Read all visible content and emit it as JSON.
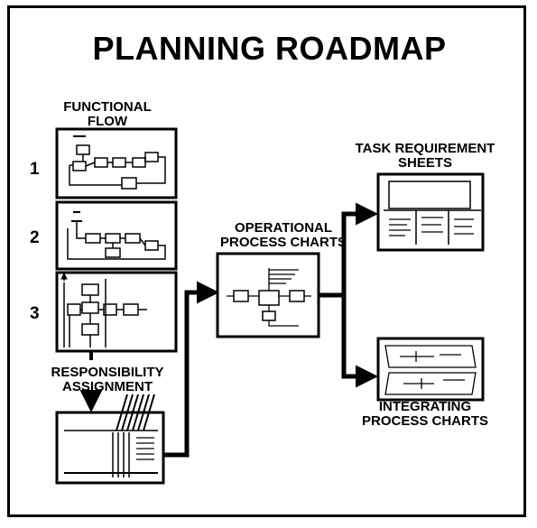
{
  "title": "PLANNING ROADMAP",
  "functional_flow": {
    "label": "FUNCTIONAL\nFLOW",
    "steps": [
      "1",
      "2",
      "3"
    ]
  },
  "responsibility_assignment": {
    "label": "RESPONSIBILITY\nASSIGNMENT"
  },
  "operational_process_charts": {
    "label": "OPERATIONAL\nPROCESS CHARTS"
  },
  "task_requirement_sheets": {
    "label": "TASK REQUIREMENT\nSHEETS"
  },
  "integrating_process_charts": {
    "label": "INTEGRATING\nPROCESS CHARTS"
  },
  "colors": {
    "ink": "#000000",
    "paper": "#ffffff"
  }
}
